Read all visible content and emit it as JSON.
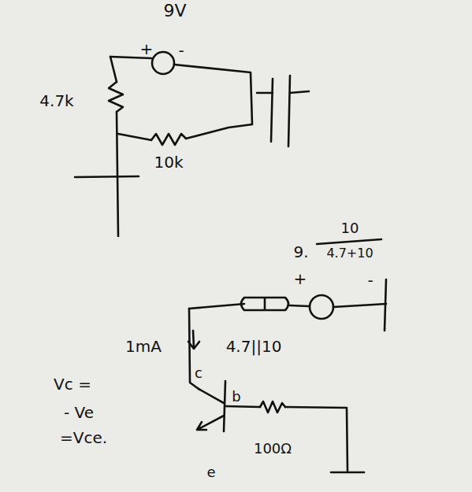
{
  "diagram": {
    "labels": [
      "9V",
      "+",
      "-",
      "4.7k",
      "10k",
      "9.",
      "10",
      "4.7+10",
      "+",
      "-",
      "1mA",
      "4.7||10",
      "c",
      "b",
      "e",
      "100Ω",
      "Vc =",
      "- Ve",
      "=Vce."
    ]
  }
}
